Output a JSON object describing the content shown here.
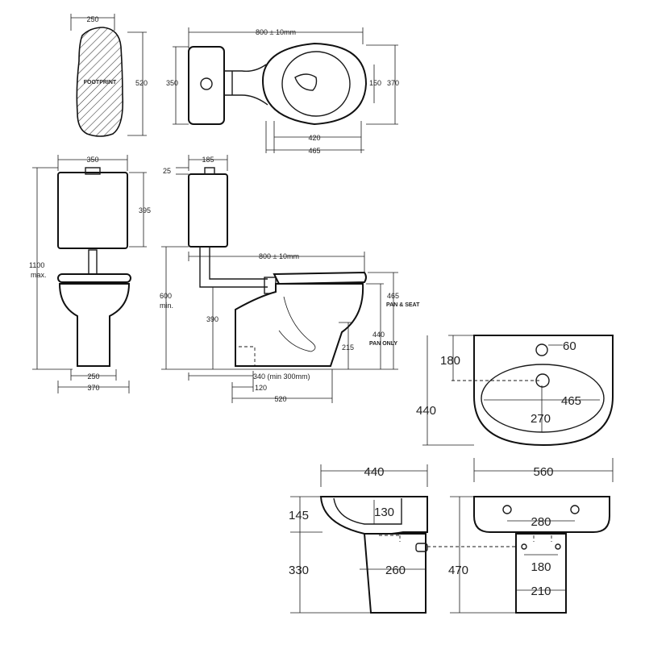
{
  "footprint_label": "FOOTPRINT",
  "toilet_plan": {
    "footprint_width": "250",
    "footprint_depth": "520",
    "overall_length": "800 ± 10mm",
    "cistern_depth": "350",
    "bowl_width": "370",
    "seat_offset": "150",
    "bowl_inner": "420",
    "bowl_outer": "465"
  },
  "toilet_front": {
    "cistern_width": "350",
    "cistern_height": "395",
    "overall_height": "1100",
    "overall_height_note": "max.",
    "pan_width": "250",
    "base_width": "370"
  },
  "toilet_side": {
    "cistern_depth": "185",
    "lid_thickness": "25",
    "overall_length": "800 ± 10mm",
    "min_height": "600",
    "min_height_note": "min.",
    "outlet_height": "390",
    "pan_seat_height": "465",
    "pan_seat_note": "PAN & SEAT",
    "pan_only_height": "440",
    "pan_only_note": "PAN ONLY",
    "spigot_height": "215",
    "set_out": "340 (min 300mm)",
    "set_out_short": "120",
    "pan_depth": "520"
  },
  "basin_plan": {
    "tap_hole": "60",
    "tap_offset": "180",
    "bowl_length": "465",
    "bowl_width": "270",
    "depth": "440",
    "width": "560"
  },
  "basin_side": {
    "depth": "440",
    "rim_height": "145",
    "bowl_depth": "130",
    "pedestal_height": "330",
    "pedestal_offset": "260"
  },
  "basin_front": {
    "overall_height": "470",
    "fixing_centres": "280",
    "waste_centres": "180",
    "pedestal_width": "210"
  }
}
